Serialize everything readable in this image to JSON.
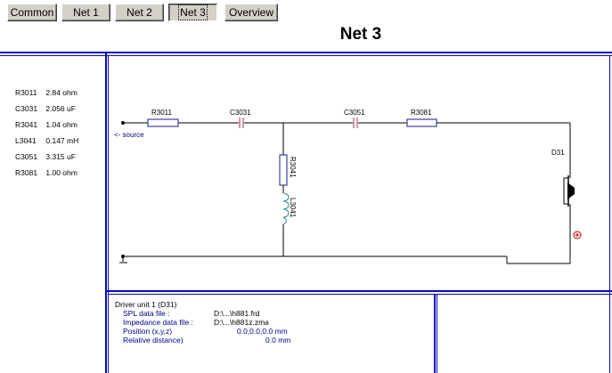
{
  "tabs": {
    "common": "Common",
    "net1": "Net 1",
    "net2": "Net 2",
    "net3": "Net 3",
    "overview": "Overview"
  },
  "page_title": "Net 3",
  "component_values": [
    {
      "name": "R3011",
      "value": "2.84 ohm"
    },
    {
      "name": "C3031",
      "value": "2.056 uF"
    },
    {
      "name": "R3041",
      "value": "1.04 ohm"
    },
    {
      "name": "L3041",
      "value": "0.147 mH"
    },
    {
      "name": "C3051",
      "value": "3.315 uF"
    },
    {
      "name": "R3081",
      "value": "1.00 ohm"
    }
  ],
  "schematic": {
    "source_label": "<- source",
    "r3011": "R3011",
    "c3031": "C3031",
    "c3051": "C3051",
    "r3081": "R3081",
    "r3041": "R3041",
    "l3041": "L3041",
    "driver": "D31",
    "colors": {
      "wire": "#000000",
      "capacitor": "#a03060",
      "inductor": "#2a8a8a",
      "resistor": "#1a1a8a",
      "source_label": "#000080",
      "polarity": "#c00000"
    }
  },
  "driver_info": {
    "title": "Driver unit 1 (D31)",
    "spl_label": "SPL data file :",
    "spl_value": "D:\\...\\h881.frd",
    "impedance_label": "Impedance data file :",
    "impedance_value": "D:\\...\\h881z.zma",
    "position_label": "Position (x,y,z)",
    "position_value": "0.0,0.0,0.0 mm",
    "distance_label": "Relative distance)",
    "distance_value": "0.0 mm"
  },
  "colors": {
    "frame": "#0b0bb8",
    "button_face": "#d4d0c8"
  }
}
